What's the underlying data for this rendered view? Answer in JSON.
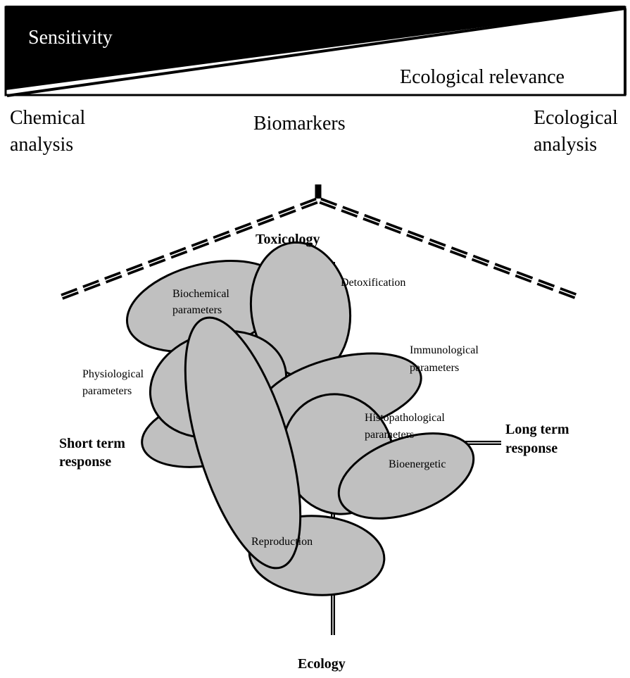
{
  "header": {
    "sensitivity": "Sensitivity",
    "ecological_relevance": "Ecological relevance"
  },
  "axis_labels": {
    "chemical_line1": "Chemical",
    "chemical_line2": "analysis",
    "biomarkers": "Biomarkers",
    "ecological_line1": "Ecological",
    "ecological_line2": "analysis"
  },
  "quadrant_labels": {
    "toxicology": "Toxicology",
    "ecology": "Ecology",
    "short_term_line1": "Short term",
    "short_term_line2": "response",
    "long_term_line1": "Long term",
    "long_term_line2": "response"
  },
  "ellipse_labels": {
    "biochemical_line1": "Biochemical",
    "biochemical_line2": "parameters",
    "detoxification": "Detoxification",
    "immunological_line1": "Immunological",
    "immunological_line2": "parameters",
    "physiological_line1": "Physiological",
    "physiological_line2": "parameters",
    "histopathological_line1": "Histopathological",
    "histopathological_line2": "parameters",
    "bioenergetic": "Bioenergetic",
    "reproduction": "Reproduction"
  },
  "colors": {
    "fill": "#c0c0c0",
    "stroke": "#000000",
    "wedge": "#000000"
  }
}
